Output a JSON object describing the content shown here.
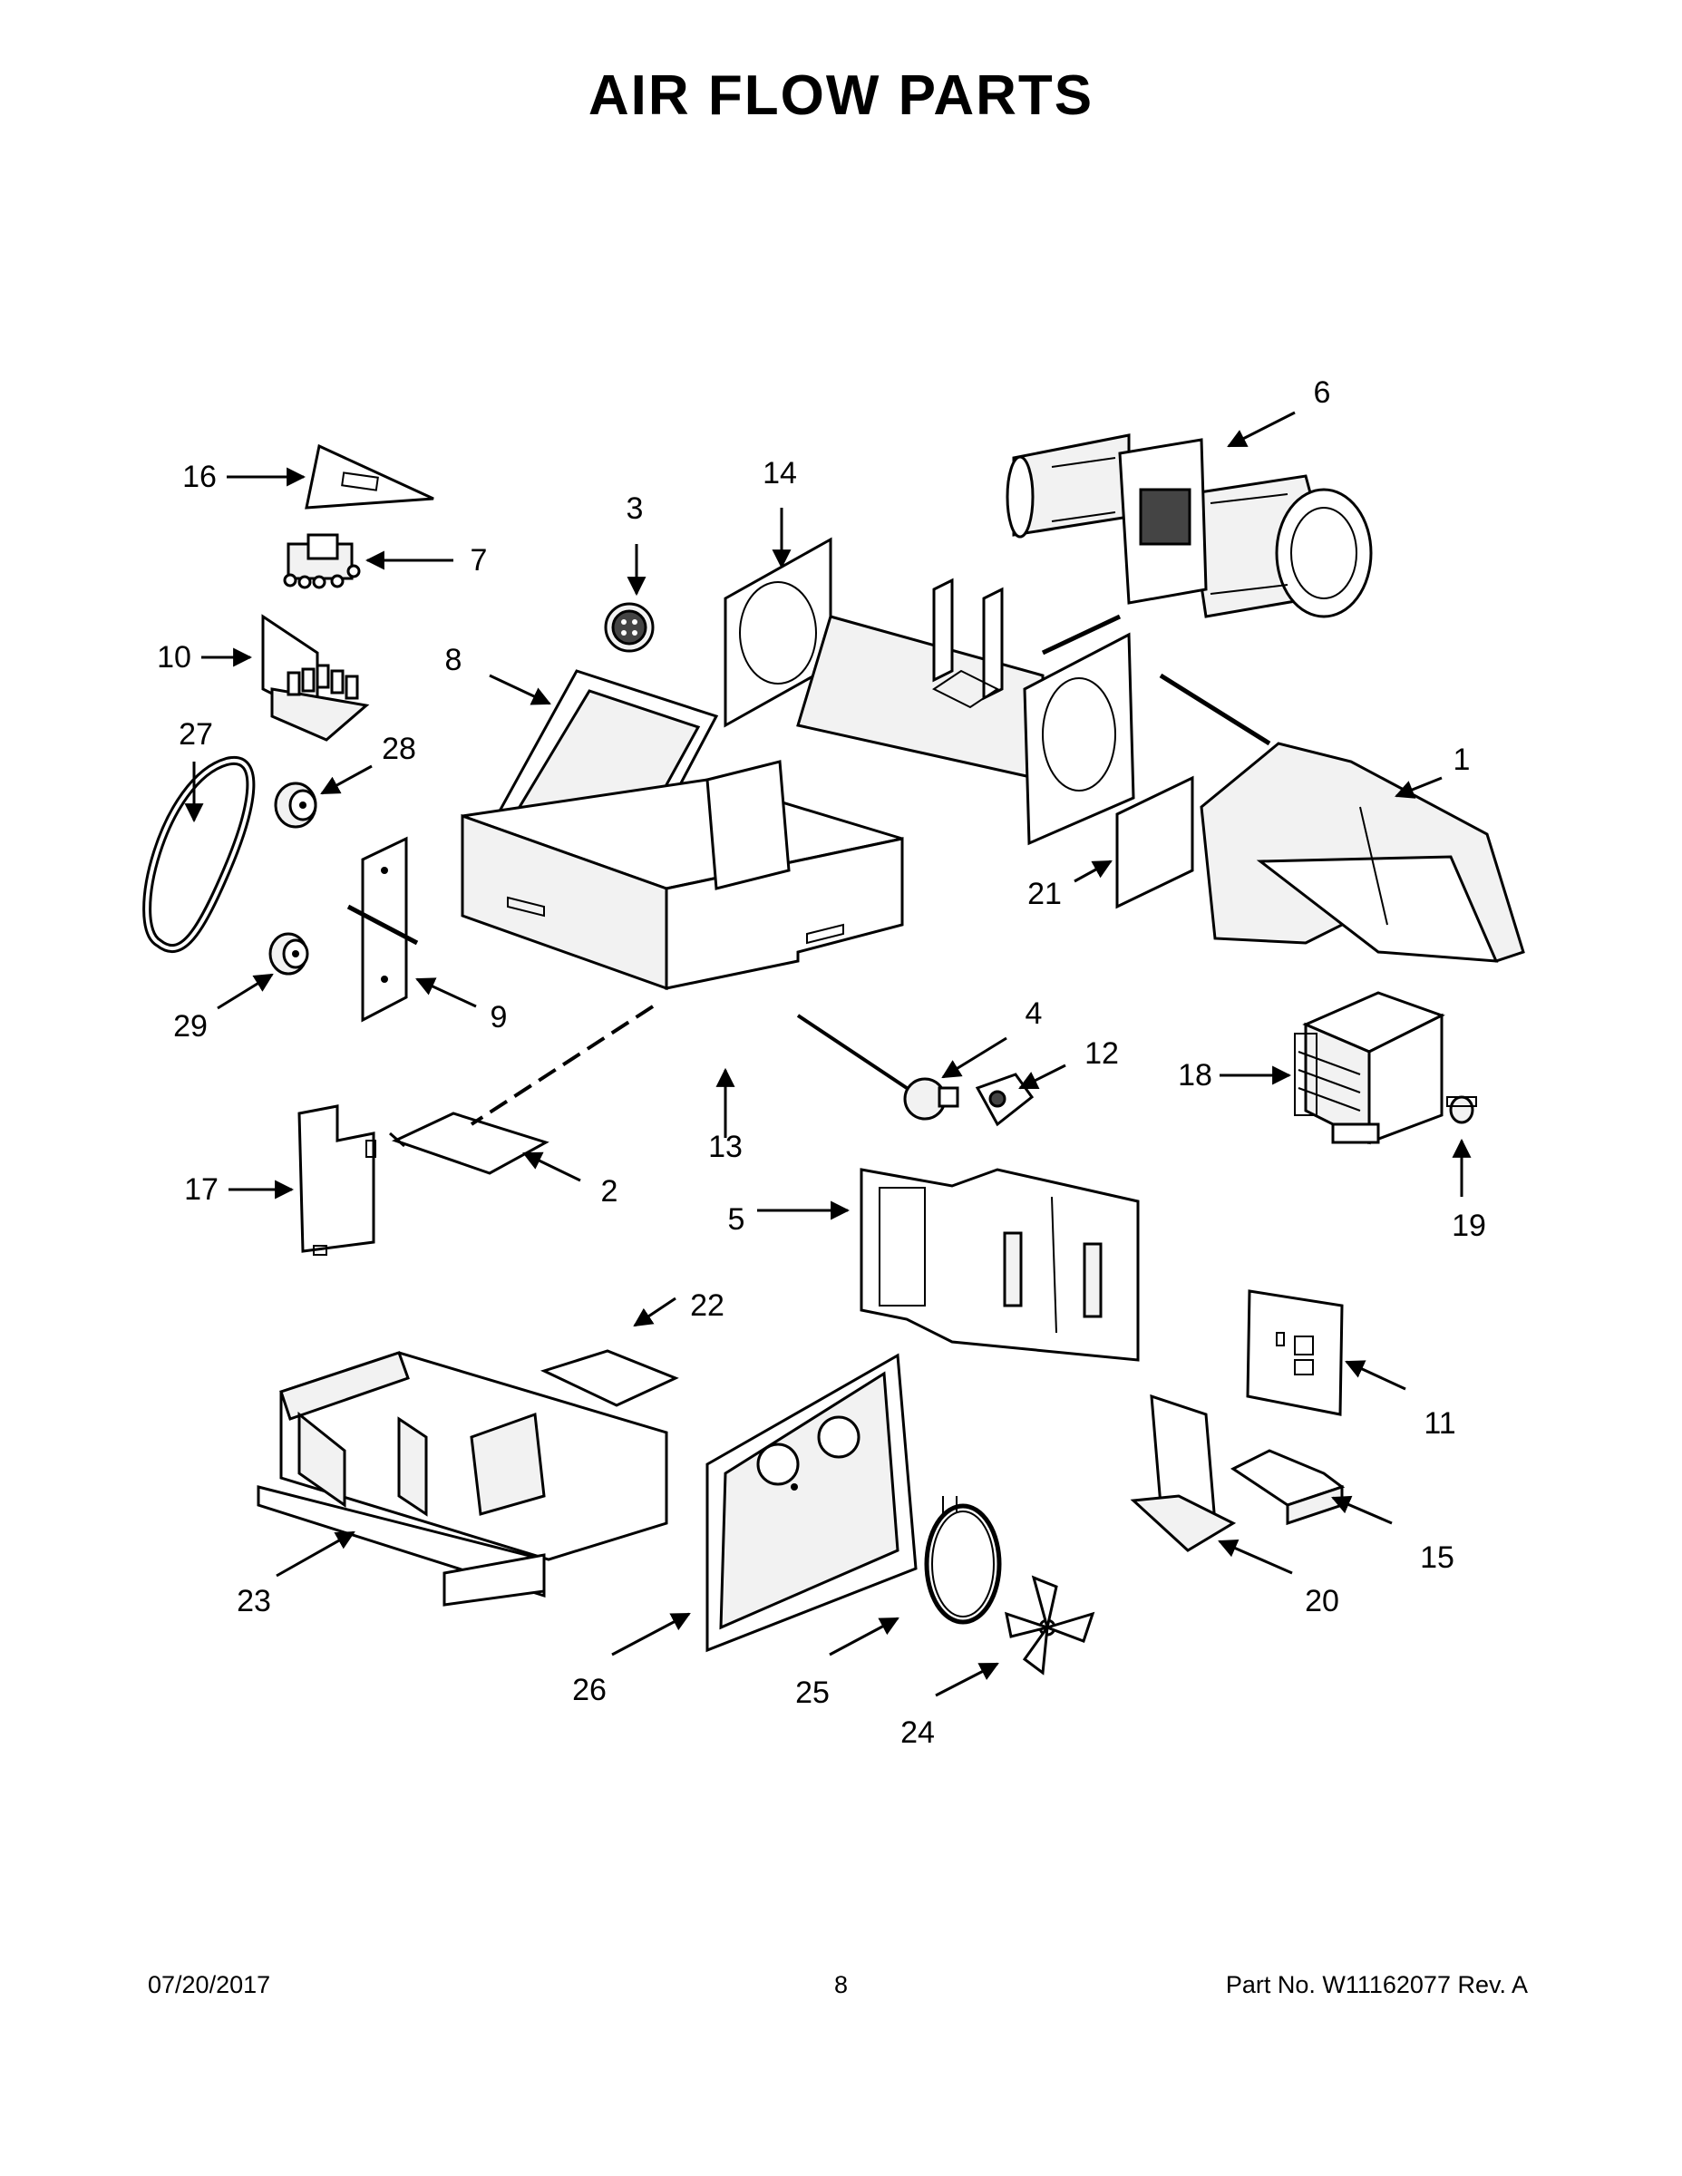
{
  "title": "AIR FLOW PARTS",
  "callouts": {
    "p1": "1",
    "p2": "2",
    "p3": "3",
    "p4": "4",
    "p5": "5",
    "p6": "6",
    "p7": "7",
    "p8": "8",
    "p9": "9",
    "p10": "10",
    "p11": "11",
    "p12": "12",
    "p13": "13",
    "p14": "14",
    "p15": "15",
    "p16": "16",
    "p17": "17",
    "p18": "18",
    "p19": "19",
    "p20": "20",
    "p21": "21",
    "p22": "22",
    "p23": "23",
    "p24": "24",
    "p25": "25",
    "p26": "26",
    "p27": "27",
    "p28": "28",
    "p29": "29"
  },
  "footer": {
    "date": "07/20/2017",
    "page": "8",
    "part_no": "Part No.  W11162077  Rev.  A"
  }
}
